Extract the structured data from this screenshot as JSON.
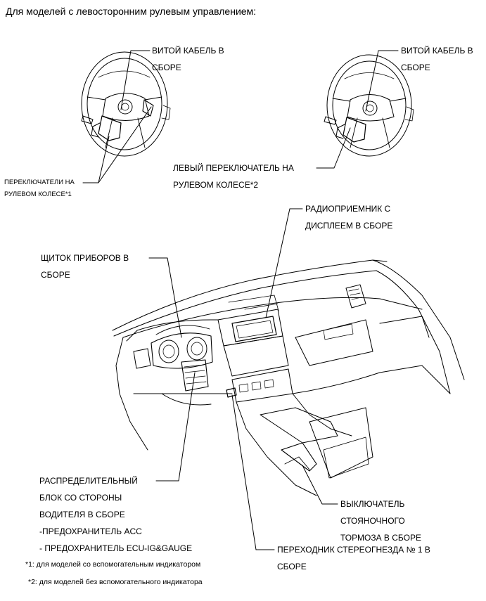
{
  "header": {
    "title": "Для моделей с левосторонним рулевым управлением:"
  },
  "labels": {
    "spiral_cable_1": [
      "ВИТОЙ КАБЕЛЬ В",
      "СБОРЕ"
    ],
    "spiral_cable_2": [
      "ВИТОЙ КАБЕЛЬ В",
      "СБОРЕ"
    ],
    "steering_switches": [
      "ПЕРЕКЛЮЧАТЕЛИ НА",
      "РУЛЕВОМ КОЛЕСЕ*1"
    ],
    "left_steering_switch": [
      "ЛЕВЫЙ ПЕРЕКЛЮЧАТЕЛЬ НА",
      "РУЛЕВОМ КОЛЕСЕ*2"
    ],
    "radio_receiver": [
      "РАДИОПРИЕМНИК С",
      "ДИСПЛЕЕМ В СБОРЕ"
    ],
    "combination_meter": [
      "ЩИТОК ПРИБОРОВ В",
      "СБОРЕ"
    ],
    "junction_block": [
      "РАСПРЕДЕЛИТЕЛЬНЫЙ",
      "БЛОК СО СТОРОНЫ",
      "ВОДИТЕЛЯ В СБОРЕ",
      "-ПРЕДОХРАНИТЕЛЬ ACC",
      "- ПРЕДОХРАНИТЕЛЬ ECU-IG&GAUGE"
    ],
    "parking_brake_switch": [
      "ВЫКЛЮЧАТЕЛЬ",
      "СТОЯНОЧНОГО",
      "ТОРМОЗА В СБОРЕ"
    ],
    "stereo_jack_adapter": [
      "ПЕРЕХОДНИК СТЕРЕОГНЕЗДА № 1 В",
      "СБОРЕ"
    ]
  },
  "footnotes": [
    "*1: для моделей со вспомогательным индикатором",
    "*2: для моделей без вспомогательного индикатора"
  ]
}
